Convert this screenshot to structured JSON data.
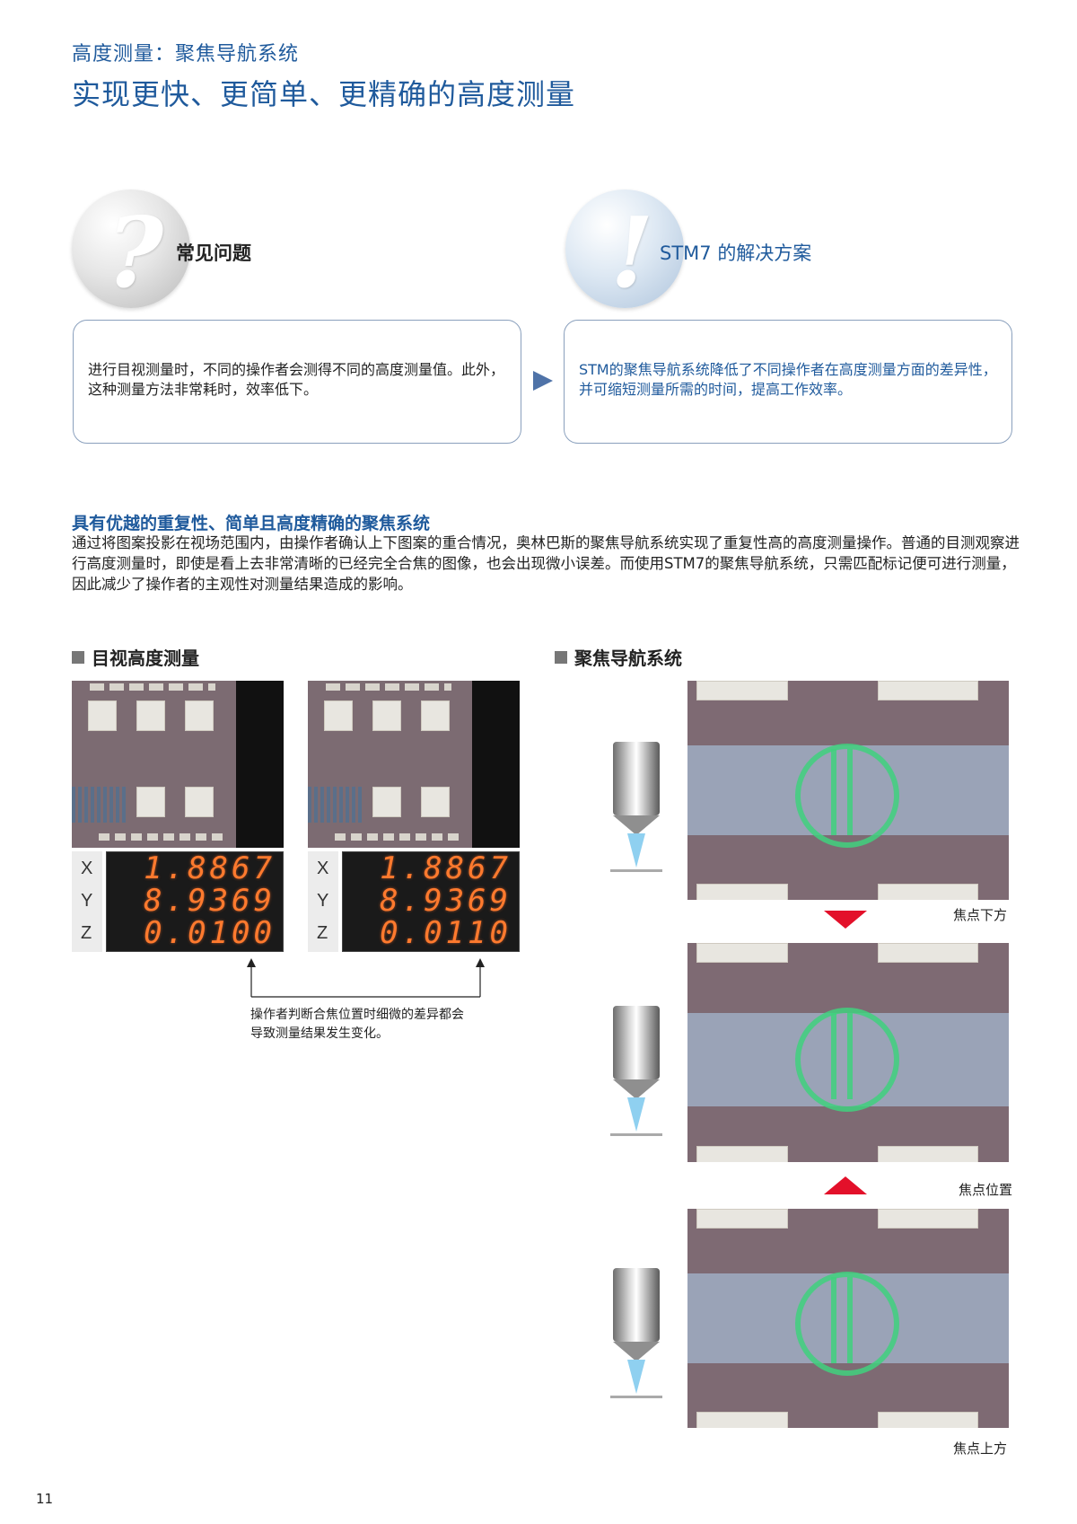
{
  "header": {
    "subtitle": "高度测量：聚焦导航系统",
    "title": "实现更快、更简单、更精确的高度测量"
  },
  "problem": {
    "icon": "question-icon",
    "glyph": "?",
    "label": "常见问题",
    "text": "进行目视测量时，不同的操作者会测得不同的高度测量值。此外，这种测量方法非常耗时，效率低下。"
  },
  "solution": {
    "icon": "exclamation-icon",
    "glyph": "!",
    "label": "STM7 的解决方案",
    "text": "STM的聚焦导航系统降低了不同操作者在高度测量方面的差异性，并可缩短测量所需的时间，提高工作效率。"
  },
  "feature": {
    "heading": "具有优越的重复性、简单且高度精确的聚焦系统",
    "paragraph": "通过将图案投影在视场范围内，由操作者确认上下图案的重合情况，奥林巴斯的聚焦导航系统实现了重复性高的高度测量操作。普通的目测观察进行高度测量时，即使是看上去非常清晰的已经完全合焦的图像，也会出现微小误差。而使用STM7的聚焦导航系统，只需匹配标记便可进行测量，因此减少了操作者的主观性对测量结果造成的影响。"
  },
  "visual": {
    "label": "目视高度测量",
    "readouts": [
      {
        "x": "1.8867",
        "y": "8.9369",
        "z": "0.0100"
      },
      {
        "x": "1.8867",
        "y": "8.9369",
        "z": "0.0110"
      }
    ],
    "axes": [
      "X",
      "Y",
      "Z"
    ],
    "note_line1": "操作者判断合焦位置时细微的差异都会",
    "note_line2": "导致测量结果发生变化。"
  },
  "navigation": {
    "label": "聚焦导航系统",
    "captions": [
      "焦点下方",
      "焦点位置",
      "焦点上方"
    ]
  },
  "colors": {
    "brand_blue": "#1f5a9c",
    "arrow_red": "#e3102a",
    "readout_orange": "#ff7a2e",
    "target_green": "#3fd17e"
  },
  "page_number": "11"
}
